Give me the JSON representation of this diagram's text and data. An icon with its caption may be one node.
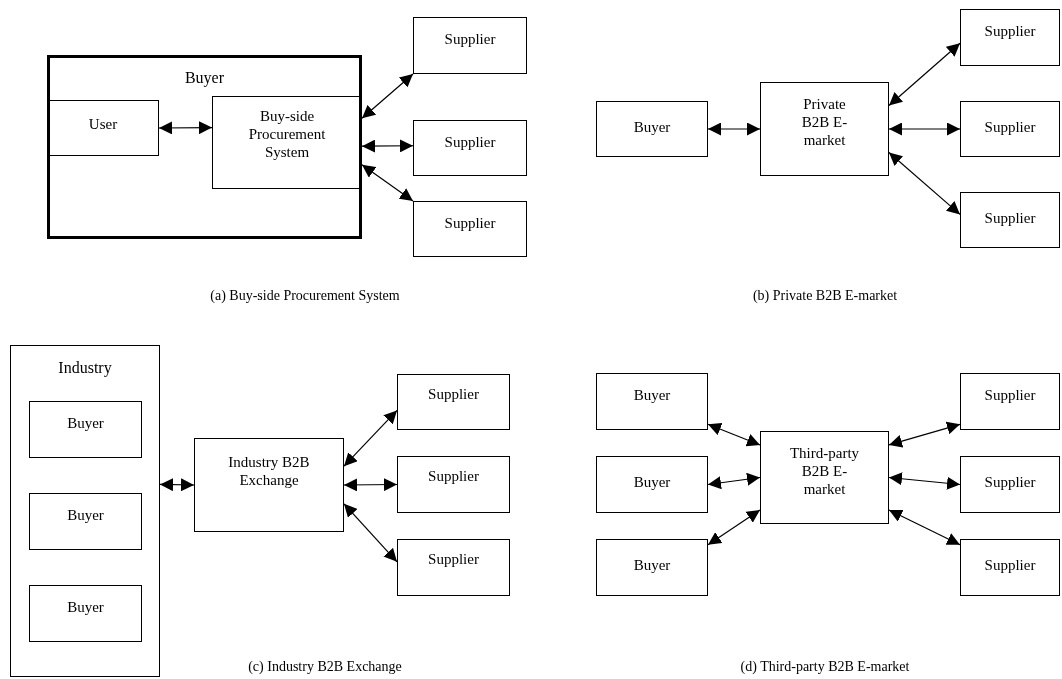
{
  "diagram": {
    "nodes": [
      {
        "text": [
          "Buyer"
        ]
      },
      {
        "text": [
          "User"
        ],
        "in": 0
      },
      {
        "text": [
          "Buy-side Procurement System"
        ],
        "in": 0
      },
      {
        "text": [
          "Supplier"
        ]
      },
      {
        "text": [
          "Supplier"
        ]
      },
      {
        "text": [
          "Supplier"
        ]
      },
      {
        "text": [
          "Buyer"
        ]
      },
      {
        "text": [
          "Private B2B E-market"
        ]
      },
      {
        "text": [
          "Supplier"
        ]
      },
      {
        "text": [
          "Supplier"
        ]
      },
      {
        "text": [
          "Supplier"
        ]
      },
      {
        "text": [
          "Industry"
        ]
      },
      {
        "text": [
          "Buyer"
        ],
        "in": 11
      },
      {
        "text": [
          "Buyer"
        ],
        "in": 11
      },
      {
        "text": [
          "Buyer"
        ],
        "in": 11
      },
      {
        "text": [
          "Industry B2B Exchange"
        ]
      },
      {
        "text": [
          "Supplier"
        ]
      },
      {
        "text": [
          "Supplier"
        ]
      },
      {
        "text": [
          "Supplier"
        ]
      },
      {
        "text": [
          "Buyer"
        ]
      },
      {
        "text": [
          "Buyer"
        ]
      },
      {
        "text": [
          "Buyer"
        ]
      },
      {
        "text": [
          "Third-party B2B E-market"
        ]
      },
      {
        "text": [
          "Supplier"
        ]
      },
      {
        "text": [
          "Supplier"
        ]
      },
      {
        "text": [
          "Supplier"
        ]
      }
    ],
    "edges": [
      {
        "from": 1,
        "to": 2,
        "arrow": "both"
      },
      {
        "from": 2,
        "to": 3,
        "arrow": "both"
      },
      {
        "from": 2,
        "to": 4,
        "arrow": "both"
      },
      {
        "from": 2,
        "to": 5,
        "arrow": "both"
      },
      {
        "from": 6,
        "to": 7,
        "arrow": "both"
      },
      {
        "from": 7,
        "to": 8,
        "arrow": "both"
      },
      {
        "from": 7,
        "to": 9,
        "arrow": "both"
      },
      {
        "from": 7,
        "to": 10,
        "arrow": "both"
      },
      {
        "from": 11,
        "to": 15,
        "arrow": "both"
      },
      {
        "from": 15,
        "to": 16,
        "arrow": "both"
      },
      {
        "from": 15,
        "to": 17,
        "arrow": "both"
      },
      {
        "from": 15,
        "to": 18,
        "arrow": "both"
      },
      {
        "from": 19,
        "to": 22,
        "arrow": "both"
      },
      {
        "from": 20,
        "to": 22,
        "arrow": "both"
      },
      {
        "from": 21,
        "to": 22,
        "arrow": "both"
      },
      {
        "from": 22,
        "to": 23,
        "arrow": "both"
      },
      {
        "from": 22,
        "to": 24,
        "arrow": "both"
      },
      {
        "from": 22,
        "to": 25,
        "arrow": "both"
      }
    ],
    "labels": [
      "(a) Buy-side Procurement System",
      "(b) Private B2B E-market",
      "(c) Industry B2B Exchange",
      "(d) Third-party B2B E-market"
    ]
  }
}
